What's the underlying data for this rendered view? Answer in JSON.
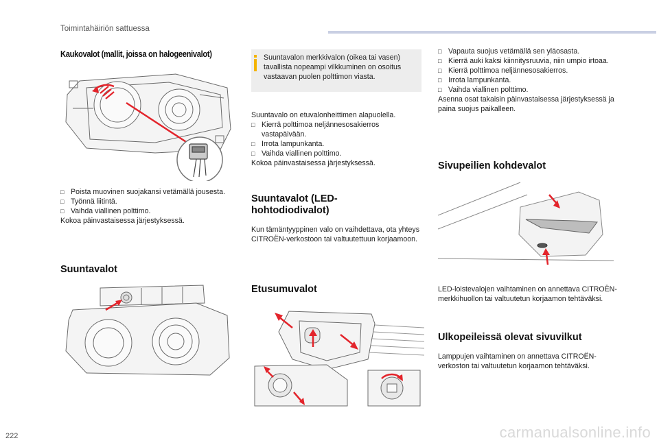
{
  "header": {
    "title": "Toimintahäiriön sattuessa"
  },
  "page": {
    "number": "222"
  },
  "watermark": "carmanualsonline.info",
  "col1": {
    "heading_halogen": "Kaukovalot (mallit, joissa on halogeenivalot)",
    "halogen_steps": [
      "Poista muovinen suojakansi vetämällä jousesta.",
      "Työnnä liitintä.",
      "Vaihda viallinen polttimo."
    ],
    "halogen_reverse": "Kokoa päinvastaisessa järjestyksessä.",
    "heading_suuntavalot": "Suuntavalot"
  },
  "col2": {
    "info_text": "Suuntavalon merkkivalon (oikea tai vasen) tavallista nopeampi vilkkuminen on osoitus vastaavan puolen polttimon viasta.",
    "suunta_intro": "Suuntavalo on etuvalonheittimen alapuolella.",
    "suunta_steps": [
      "Kierrä polttimoa neljännesosakierros vastapäivään.",
      "Irrota lampunkanta.",
      "Vaihda viallinen polttimo."
    ],
    "suunta_reverse": "Kokoa päinvastaisessa järjestyksessä.",
    "heading_led": "Suuntavalot (LED-hohtodiodivalot)",
    "led_text": "Kun tämäntyyppinen valo on vaihdettava, ota yhteys CITROËN-verkostoon tai valtuutettuun korjaamoon.",
    "heading_etusumu": "Etusumuvalot"
  },
  "col3": {
    "etusumu_steps": [
      "Vapauta suojus vetämällä sen yläosasta.",
      "Kierrä auki kaksi kiinnitysruuvia, niin umpio irtoaa.",
      "Kierrä polttimoa neljännesosakierros.",
      "Irrota lampunkanta.",
      "Vaihda viallinen polttimo."
    ],
    "etusumu_reverse": "Asenna osat takaisin päinvastaisessa järjestyksessä ja paina suojus paikalleen.",
    "heading_sivupeili": "Sivupeilien kohdevalot",
    "sivupeili_text": "LED-loistevalojen vaihtaminen on annettava CITROËN-merkkihuollon tai valtuutetun korjaamon tehtäväksi.",
    "heading_ulkopeili": "Ulkopeileissä olevat sivuvilkut",
    "ulkopeili_text": "Lamppujen vaihtaminen on annettava CITROËN-verkoston tai valtuutetun korjaamon tehtäväksi."
  },
  "colors": {
    "arrow": "#e3242b",
    "infobox": "#ededed",
    "info_icon": "#f4b400",
    "header_bar": "#c9cfe3"
  }
}
